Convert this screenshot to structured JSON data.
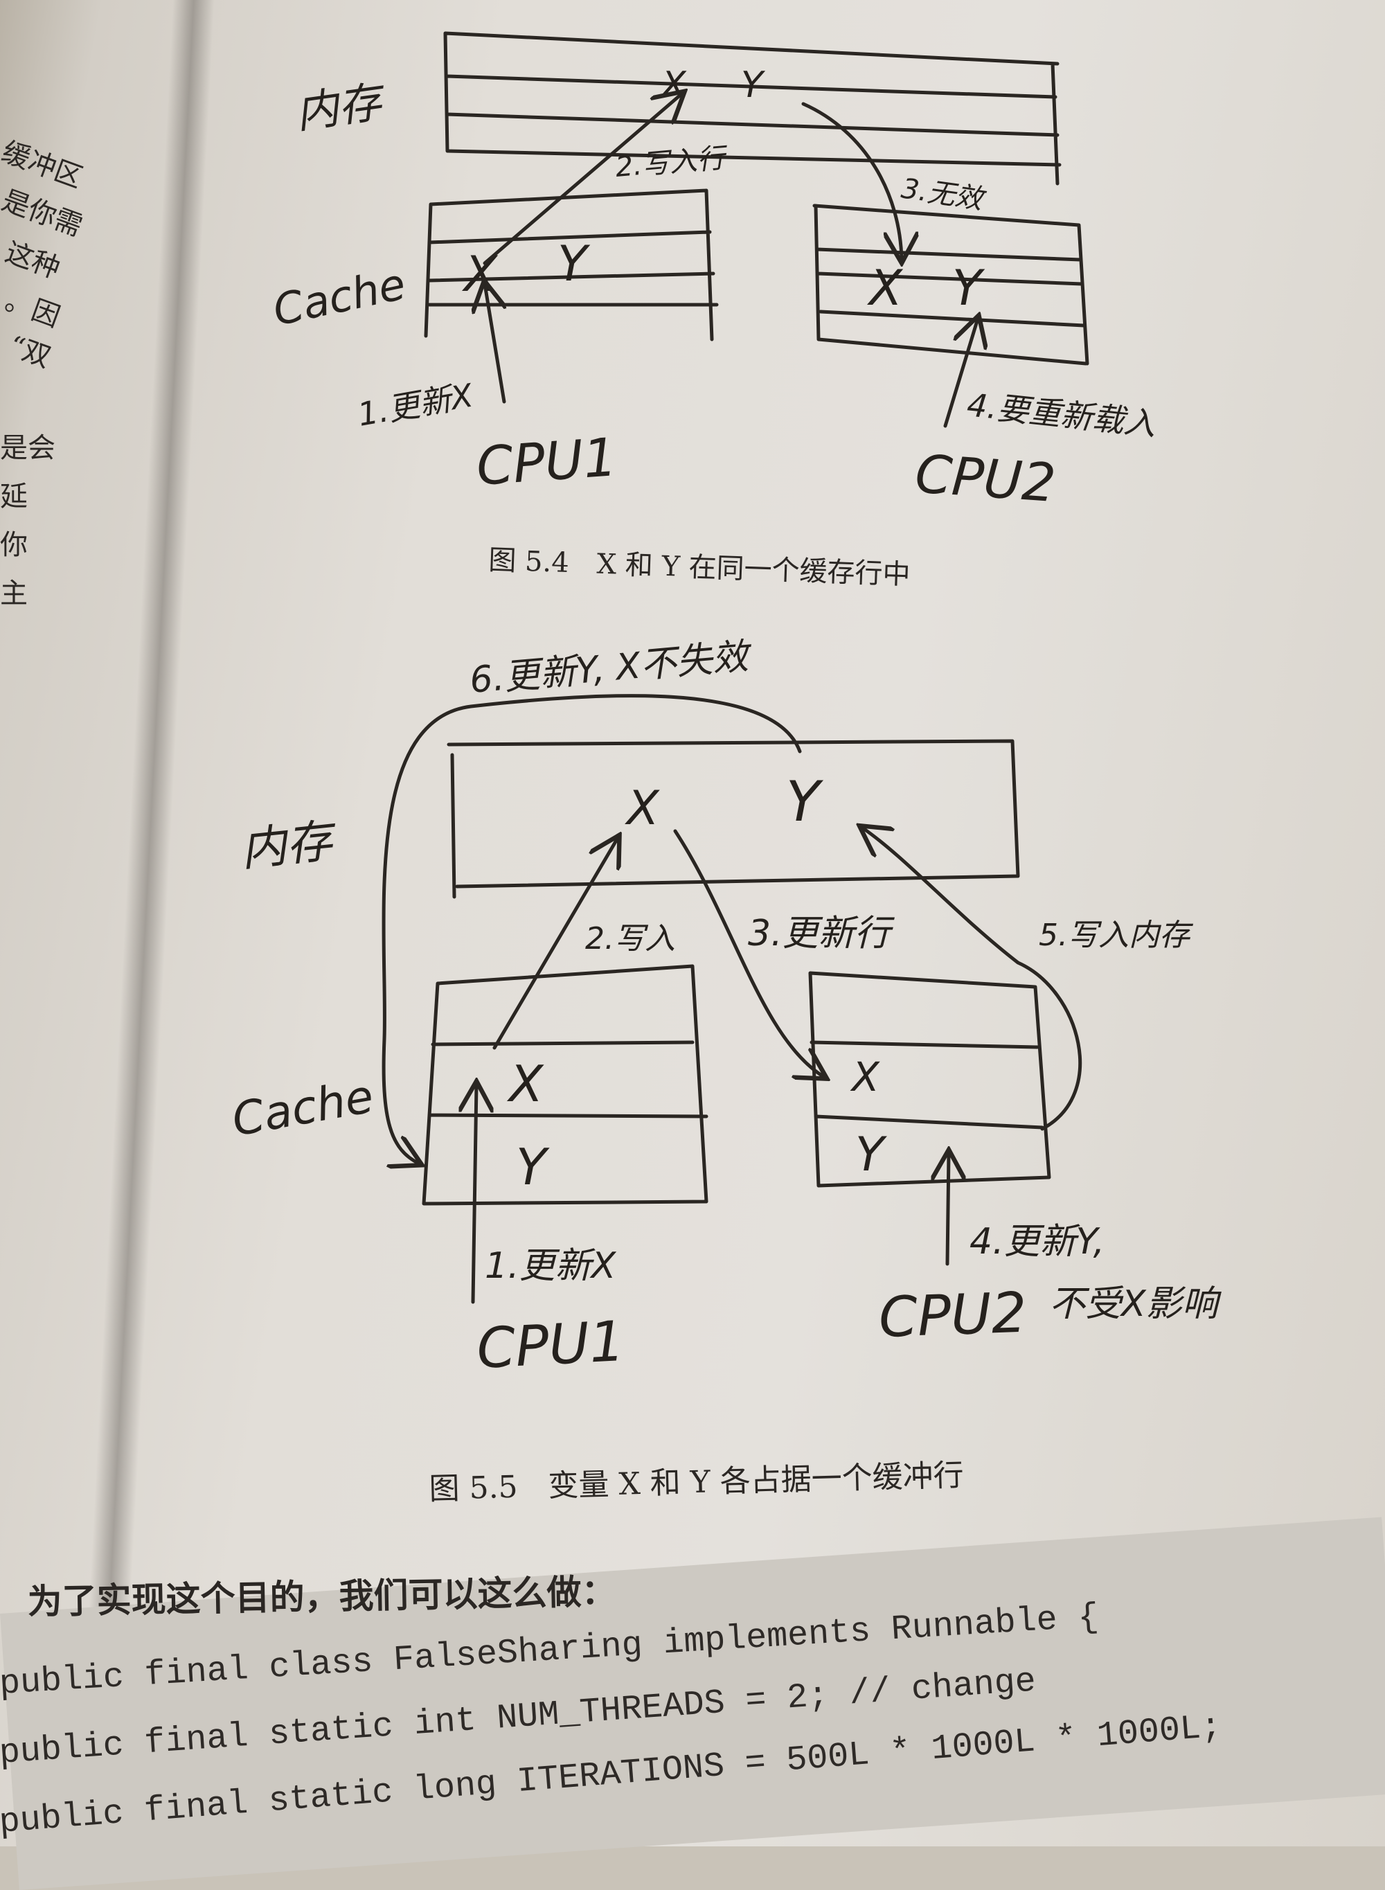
{
  "left_page": {
    "chars": [
      "缓冲区",
      "是你需",
      "这种",
      "。因",
      "“双",
      "是会",
      "延",
      "你",
      "主"
    ]
  },
  "figure_5_4": {
    "memory_label": "内存",
    "cache_label": "Cache",
    "memory_cells": [
      "X",
      "Y"
    ],
    "cache1_cells": [
      "X",
      "Y"
    ],
    "cache2_cells": [
      "X",
      "Y"
    ],
    "step1": "1.更新X",
    "step2": "2.写入行",
    "step3": "3.无效",
    "step4": "4.要重新载入",
    "cpu1": "CPU1",
    "cpu2": "CPU2",
    "caption": "图 5.4　X 和 Y 在同一个缓存行中"
  },
  "figure_5_5": {
    "memory_label": "内存",
    "cache_label": "Cache",
    "memory_cells": [
      "X",
      "Y"
    ],
    "cache1_cells": [
      "X",
      "Y"
    ],
    "cache2_cells": [
      "X",
      "Y"
    ],
    "step1": "1.更新X",
    "step2": "2.写入",
    "step3": "3.更新行",
    "step4a": "4.更新Y,",
    "step4b": "不受X影响",
    "step5": "5.写入内存",
    "step6": "6.更新Y, X不失效",
    "cpu1": "CPU1",
    "cpu2": "CPU2",
    "caption": "图 5.5　变量 X 和 Y 各占据一个缓冲行"
  },
  "paragraph": "为了实现这个目的，我们可以这么做：",
  "code": [
    "public final class FalseSharing implements Runnable {",
    "  public final static int NUM_THREADS = 2; // change",
    "  public final static long ITERATIONS = 500L * 1000L * 1000L;"
  ]
}
